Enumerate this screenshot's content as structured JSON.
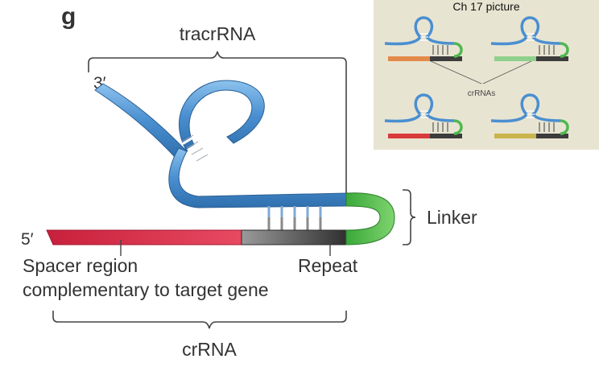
{
  "header": {
    "cutoff_title_fragment": "g",
    "inset_title": "Ch 17 picture"
  },
  "labels": {
    "tracrrna": "tracrRNA",
    "three_prime": "3′",
    "five_prime": "5′",
    "linker": "Linker",
    "spacer_line1": "Spacer region",
    "spacer_line2": "complementary to target gene",
    "repeat": "Repeat",
    "crrna": "crRNA"
  },
  "inset": {
    "label": "crRNAs",
    "panel_color": "#e8e4d2",
    "spacer_colors": [
      "#e38a4a",
      "#8fd08c",
      "#d83a3a",
      "#c9b44e"
    ]
  },
  "colors": {
    "tracr_blue": "#4a8fd0",
    "spacer_red": "#d8304a",
    "repeat_gray": "#5a5a5a",
    "linker_green": "#4fb84f",
    "bracket": "#444444"
  }
}
